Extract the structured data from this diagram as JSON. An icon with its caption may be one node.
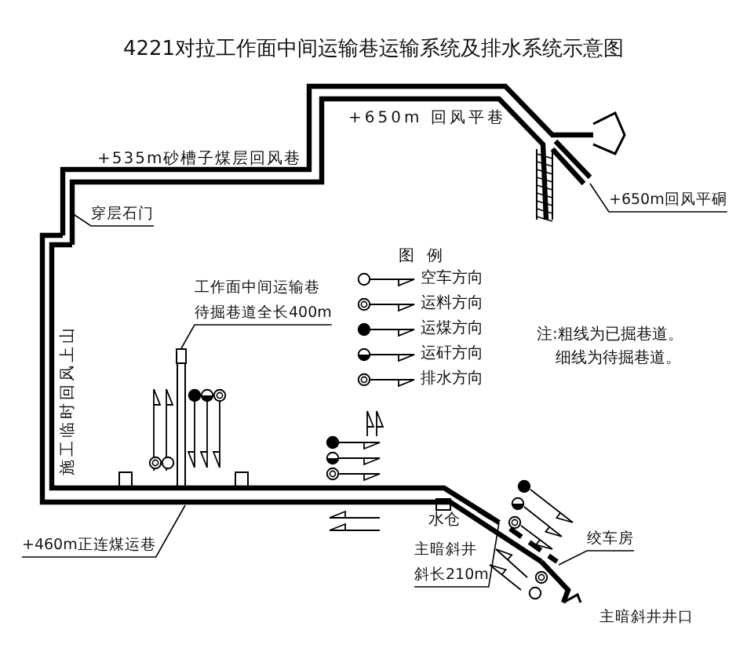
{
  "diagram": {
    "title": "4221对拉工作面中间运输巷运输系统及排水系统示意图",
    "nodes": [
      {
        "text": [
          "穿层石门"
        ]
      },
      {
        "text": [
          "+650m回风平硐"
        ]
      },
      {
        "text": [
          "工作面中间运输巷",
          "待掘巷道全长400m"
        ]
      },
      {
        "text": [
          "+460m正连煤运巷"
        ]
      },
      {
        "text": [
          "主暗斜井",
          "斜长210m"
        ]
      },
      {
        "text": [
          "绞车房"
        ]
      },
      {
        "text": [
          "主暗斜井井口"
        ]
      },
      {
        "text": [],
        "shape": "box"
      }
    ],
    "edges": [
      {
        "from": 0,
        "to": null,
        "arrow": "none"
      },
      {
        "from": 1,
        "to": null,
        "arrow": "none"
      },
      {
        "from": 2,
        "to": 7,
        "arrow": "none"
      },
      {
        "from": 3,
        "to": null,
        "arrow": "none"
      },
      {
        "from": 4,
        "to": null,
        "arrow": "none"
      },
      {
        "from": 5,
        "to": null,
        "arrow": "none"
      }
    ],
    "labels": [
      "+650m 回风平巷",
      "+535m砂槽子煤层回风巷",
      "施工临时回风上山",
      "图例",
      "注:粗线为已掘巷道。",
      "细线为待掘巷道。",
      "水仓"
    ],
    "legend": [
      {
        "text": "空车方向"
      },
      {
        "text": "运料方向"
      },
      {
        "text": "运煤方向"
      },
      {
        "text": "运矸方向"
      },
      {
        "text": "排水方向"
      }
    ]
  }
}
